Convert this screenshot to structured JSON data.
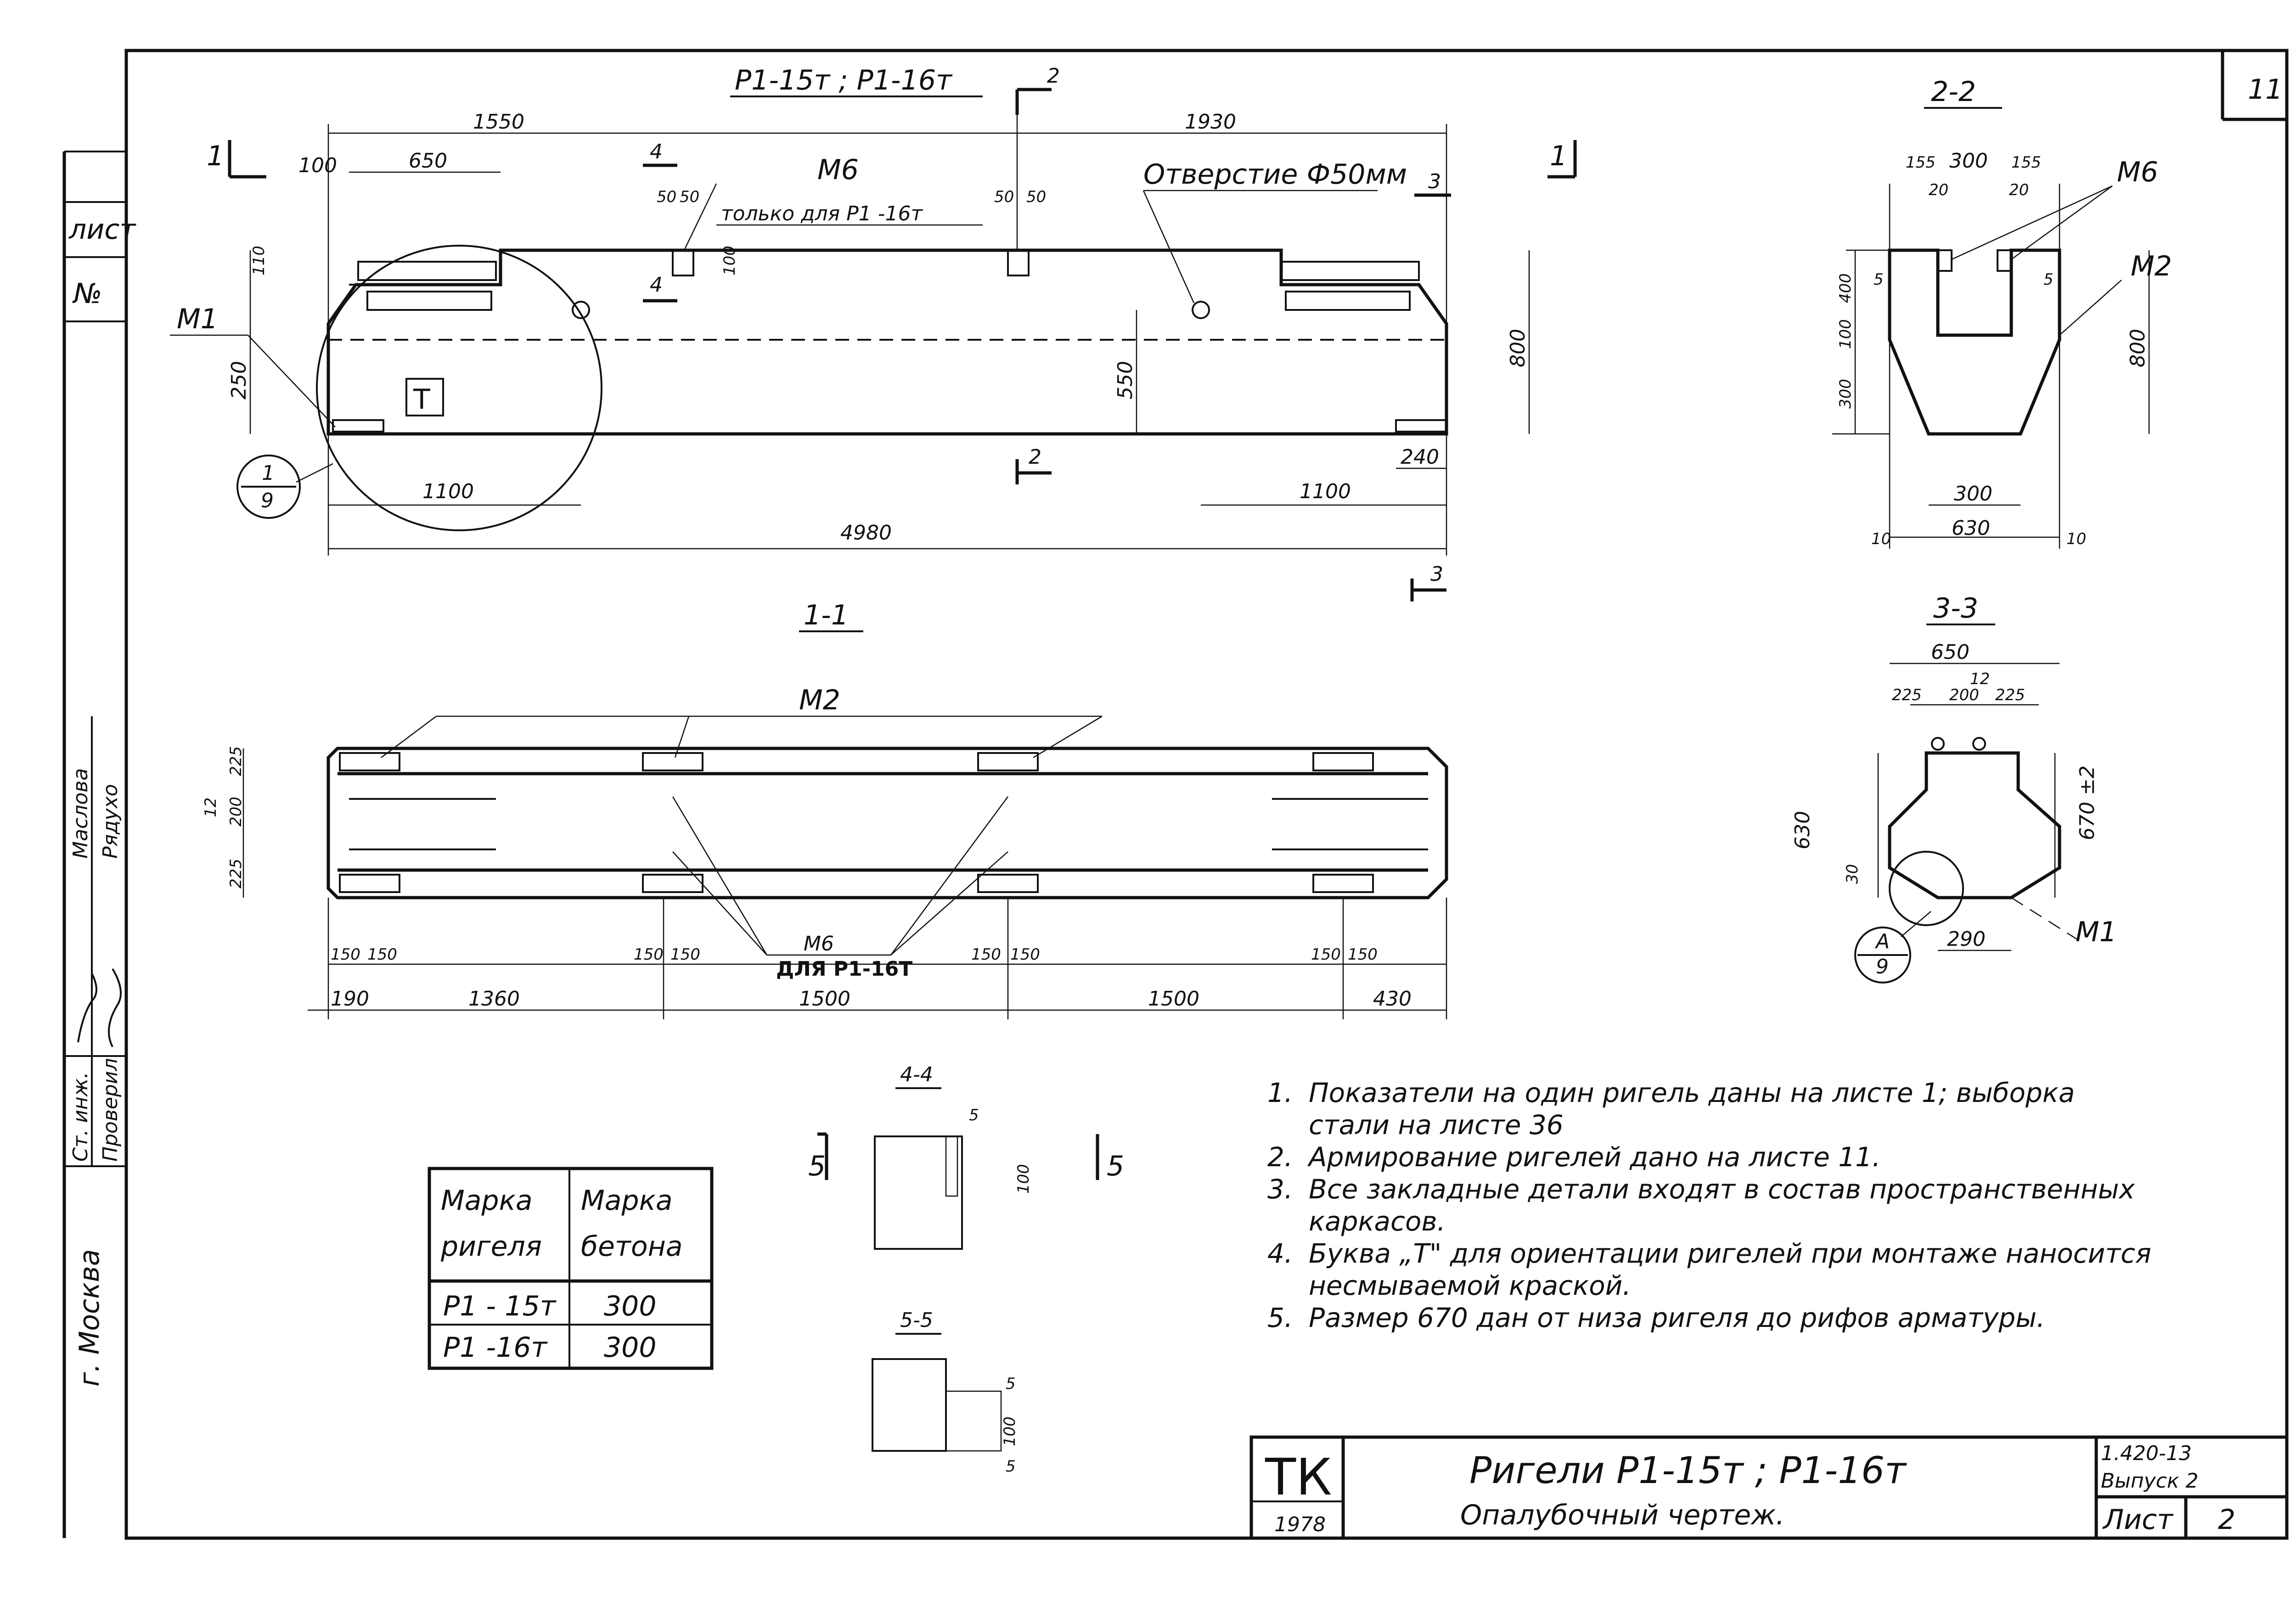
{
  "sheet": {
    "page_number": "11",
    "main_title": "Р1-15т ; Р1-16т",
    "stamp_logo": "ТК",
    "stamp_year": "1978",
    "drawing_title_1": "Ригели   Р1-15т ; Р1-16т",
    "drawing_title_2": "Опалубочный   чертеж.",
    "series": "1.420-13",
    "issue": "Выпуск  2",
    "sheet_label": "Лист",
    "sheet_no": "2"
  },
  "left_strip": {
    "list": "лист",
    "number_sign": "№",
    "st_inzh": "Ст. инж.",
    "proveril": "Проверил",
    "name1": "Маслова",
    "name2": "Рядухо",
    "city": "г. Москва"
  },
  "elevation": {
    "section_mark_left": "1",
    "section_mark_right": "1",
    "section_mark_2": "2",
    "section_mark_3": "3",
    "section_mark_4": "4",
    "dims": [
      "1550",
      "100",
      "650",
      "50",
      "50",
      "М6",
      "только для Р1 -16т",
      "50",
      "50",
      "1930",
      "Отверстие Ф50мм",
      "110",
      "100",
      "250",
      "550",
      "800",
      "1100",
      "1100",
      "240",
      "4980"
    ],
    "labels": {
      "m1": "М1",
      "letter_t": "Т",
      "detail_num": "1",
      "detail_sheet": "9"
    }
  },
  "plan": {
    "title": "1-1",
    "m2": "М2",
    "m6": "М6",
    "m6_note": "ДЛЯ Р1-16Т",
    "dims_left": [
      "225",
      "12",
      "200",
      "225"
    ],
    "dims_small": [
      "150",
      "150",
      "150",
      "150",
      "150",
      "150",
      "150",
      "150"
    ],
    "dims_bottom": [
      "190",
      "1360",
      "1500",
      "1500",
      "430"
    ]
  },
  "sec22": {
    "title": "2-2",
    "dims": [
      "155",
      "300",
      "155",
      "20",
      "20",
      "М6",
      "М2",
      "5",
      "5",
      "400",
      "100",
      "300",
      "800",
      "300",
      "630",
      "10",
      "10"
    ]
  },
  "sec33": {
    "title": "3-3",
    "dims": [
      "650",
      "12",
      "225",
      "200",
      "225",
      "630",
      "30",
      "670 ±2",
      "290",
      "М1"
    ],
    "detail_num": "А",
    "detail_sheet": "9"
  },
  "sec44": {
    "title": "4-4",
    "marks": [
      "5",
      "5",
      "5",
      "100"
    ]
  },
  "sec55": {
    "title": "5-5",
    "marks": [
      "5",
      "100",
      "5"
    ]
  },
  "table": {
    "headers": [
      "Марка ригеля",
      "Марка бетона"
    ],
    "header_lines": [
      [
        "Марка",
        "ригеля"
      ],
      [
        "Марка",
        "бетона"
      ]
    ],
    "rows": [
      [
        "Р1 - 15т",
        "300"
      ],
      [
        "Р1 -16т",
        "300"
      ]
    ]
  },
  "notes": [
    {
      "num": "1.",
      "lines": [
        "Показатели на один ригель даны на листе 1; выборка",
        "стали на листе 36"
      ]
    },
    {
      "num": "2.",
      "lines": [
        "Армирование ригелей дано на листе 11."
      ]
    },
    {
      "num": "3.",
      "lines": [
        "Все закладные детали входят в состав пространственных",
        "каркасов."
      ]
    },
    {
      "num": "4.",
      "lines": [
        "Буква „Т\" для ориентации ригелей при монтаже наносится",
        "несмываемой краской."
      ]
    },
    {
      "num": "5.",
      "lines": [
        "Размер 670 дан от низа ригеля до рифов арматуры."
      ]
    }
  ]
}
